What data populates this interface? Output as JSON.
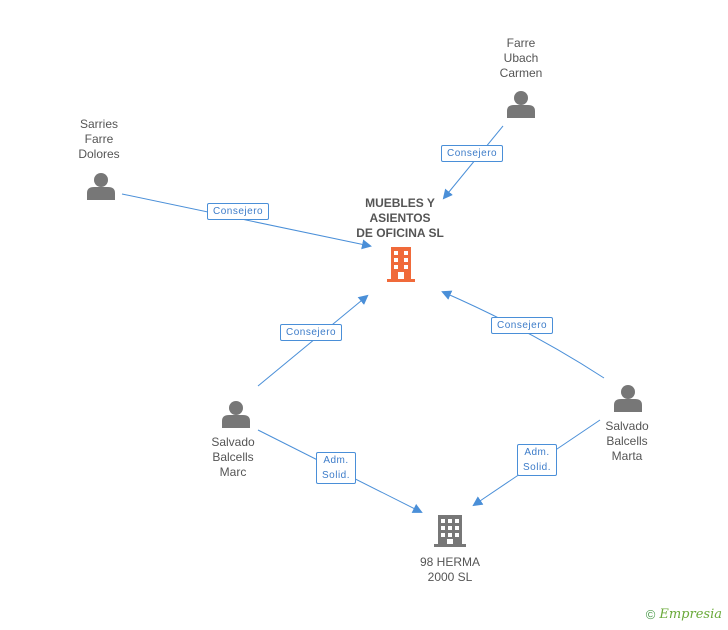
{
  "nodes": {
    "main_company": {
      "label": "MUEBLES Y\nASIENTOS\nDE OFICINA SL",
      "type": "company",
      "color": "#f06a3a"
    },
    "sub_company": {
      "label": "98 HERMA\n2000 SL",
      "type": "company",
      "color": "#777777"
    },
    "p_farre": {
      "label": "Farre\nUbach\nCarmen",
      "type": "person"
    },
    "p_sarries": {
      "label": "Sarries\nFarre\nDolores",
      "type": "person"
    },
    "p_marc": {
      "label": "Salvado\nBalcells\nMarc",
      "type": "person"
    },
    "p_marta": {
      "label": "Salvado\nBalcells\nMarta",
      "type": "person"
    }
  },
  "edges": {
    "farre_main": {
      "label": "Consejero"
    },
    "sarries_main": {
      "label": "Consejero"
    },
    "marc_main": {
      "label": "Consejero"
    },
    "marta_main": {
      "label": "Consejero"
    },
    "marc_sub": {
      "label": "Adm.\nSolid."
    },
    "marta_sub": {
      "label": "Adm.\nSolid."
    }
  },
  "brand": {
    "copyright": "©",
    "name": "Empresia"
  },
  "colors": {
    "edge": "#4a8fd8",
    "person_icon": "#777777"
  }
}
